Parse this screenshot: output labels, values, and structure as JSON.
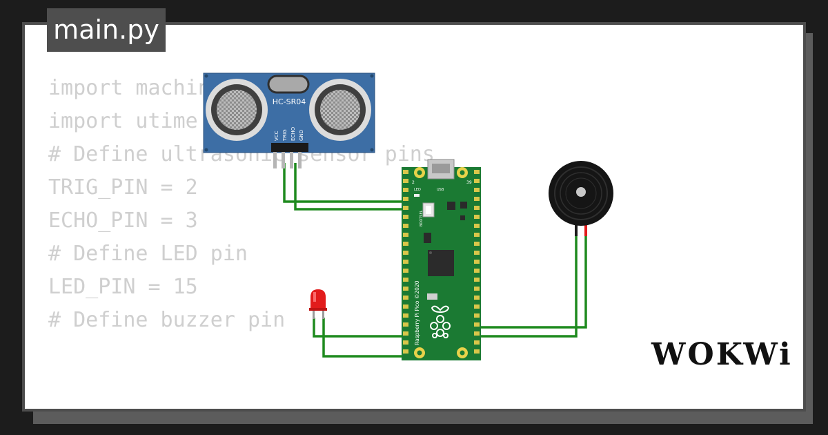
{
  "tab": {
    "filename": "main.py"
  },
  "code": {
    "lines": [
      "import machine",
      "import utime",
      "",
      "# Define ultrasonic sensor pins",
      "TRIG_PIN = 2",
      "ECHO_PIN = 3",
      "",
      "# Define LED pin",
      "LED_PIN = 15",
      "",
      "# Define buzzer pin"
    ]
  },
  "sensor": {
    "label": "HC-SR04",
    "pins": [
      "VCC",
      "TRIG",
      "ECHO",
      "GND"
    ]
  },
  "board": {
    "silk_name": "Raspberry Pi Pico ©2020",
    "bootsel": "BOOTSEL",
    "led": "LED",
    "usb": "USB",
    "pin_left": "2",
    "pin_right": "39"
  },
  "logo": "WOKWi",
  "colors": {
    "background": "#1c1c1c",
    "card": "#ffffff",
    "board_green": "#1b7a33",
    "sensor_blue": "#3d6ea5",
    "wire_green": "#1e8a1e",
    "led_red": "#e21c1c"
  }
}
